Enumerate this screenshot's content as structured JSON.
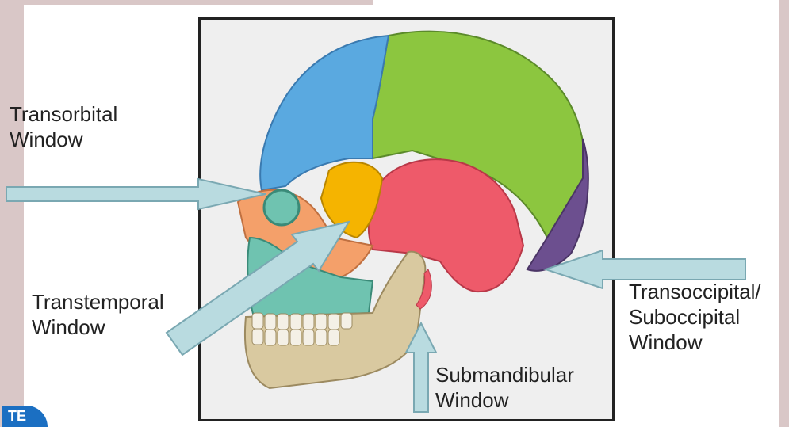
{
  "labels": {
    "transorbital": "Transorbital\nWindow",
    "transtemporal": "Transtemporal\nWindow",
    "transoccipital": "Transoccipital/\nSuboccipital\nWindow",
    "submandibular": "Submandibular\nWindow"
  },
  "logo_text": "TE",
  "colors": {
    "frontal": "#5aa9e0",
    "parietal": "#8cc63f",
    "occipital": "#6c4f8f",
    "temporal": "#ee5a6a",
    "sphenoid": "#f5b400",
    "zygomatic": "#f4a06a",
    "maxilla": "#6fc3b0",
    "mandible": "#d9c9a0",
    "arrow_fill": "#b9dbe0",
    "arrow_stroke": "#7aa8b2"
  }
}
